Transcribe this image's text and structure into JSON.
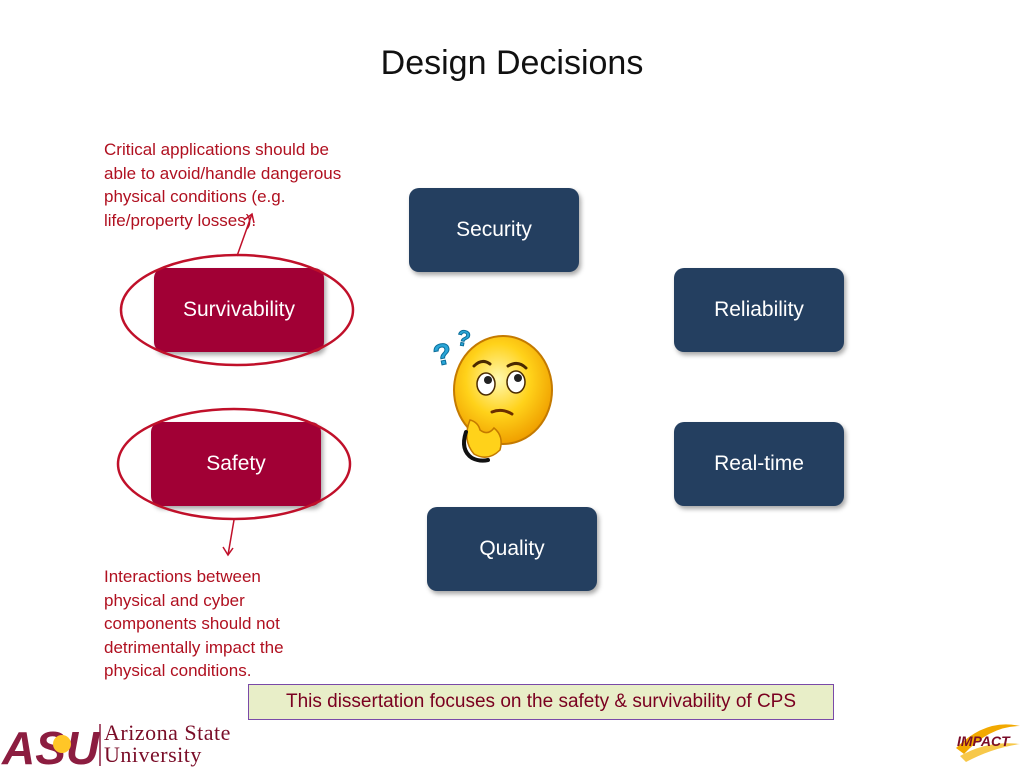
{
  "slide": {
    "title": "Design Decisions"
  },
  "boxes": {
    "security": "Security",
    "reliability": "Reliability",
    "survivability": "Survivability",
    "safety": "Safety",
    "real_time": "Real-time",
    "quality": "Quality"
  },
  "notes": {
    "survivability_note": [
      "Critical applications should be",
      "able to avoid/handle dangerous",
      "physical conditions (e.g.",
      "life/property losses)."
    ],
    "safety_note": [
      "Interactions between",
      "physical and cyber",
      "components should not",
      "detrimentally impact the",
      "physical conditions."
    ]
  },
  "banner": {
    "text": "This dissertation focuses on the safety & survivability of CPS"
  },
  "logos": {
    "asu_mark": "ASU",
    "asu_line1": "Arizona State",
    "asu_line2": "University",
    "impact": "IMPACT"
  },
  "colors": {
    "box_blue": "#243f60",
    "box_red": "#a10035",
    "note_red": "#b01020",
    "ellipse_red": "#c0102a",
    "banner_bg": "#e8eec8",
    "banner_border": "#7a4aa8"
  },
  "icons": {
    "center": "thinking-smiley-icon"
  }
}
